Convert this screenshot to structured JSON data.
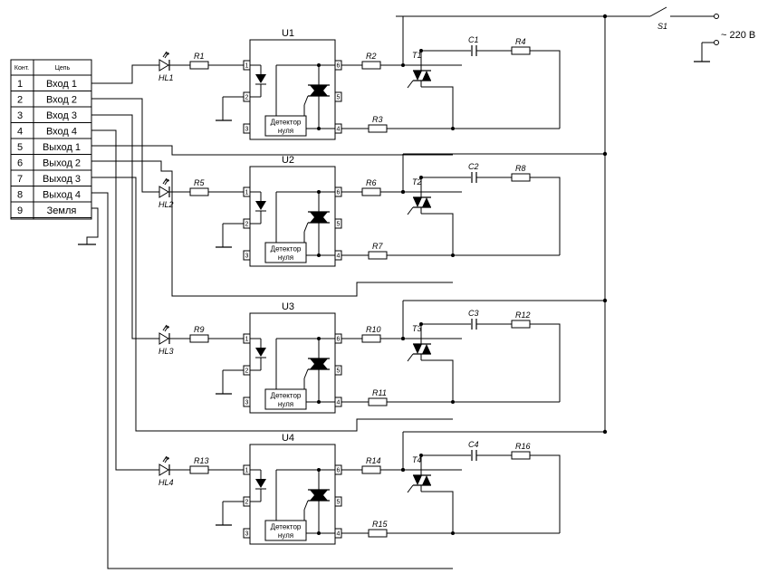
{
  "table": {
    "header": {
      "col1": "Конт.",
      "col2": "Цепь"
    },
    "rows": [
      {
        "num": "1",
        "name": "Вход 1"
      },
      {
        "num": "2",
        "name": "Вход 2"
      },
      {
        "num": "3",
        "name": "Вход 3"
      },
      {
        "num": "4",
        "name": "Вход 4"
      },
      {
        "num": "5",
        "name": "Выход 1"
      },
      {
        "num": "6",
        "name": "Выход 2"
      },
      {
        "num": "7",
        "name": "Выход 3"
      },
      {
        "num": "8",
        "name": "Выход 4"
      },
      {
        "num": "9",
        "name": "Земля"
      }
    ]
  },
  "switch_label": "S1",
  "supply_label": "~ 220 В",
  "detector_line1": "Детектор",
  "detector_line2": "нуля",
  "channels": [
    {
      "u": "U1",
      "hl": "HL1",
      "rin": "R1",
      "rg": "R2",
      "rz": "R3",
      "t": "T1",
      "c": "C1",
      "rs": "R4"
    },
    {
      "u": "U2",
      "hl": "HL2",
      "rin": "R5",
      "rg": "R6",
      "rz": "R7",
      "t": "T2",
      "c": "C2",
      "rs": "R8"
    },
    {
      "u": "U3",
      "hl": "HL3",
      "rin": "R9",
      "rg": "R10",
      "rz": "R11",
      "t": "T3",
      "c": "C3",
      "rs": "R12"
    },
    {
      "u": "U4",
      "hl": "HL4",
      "rin": "R13",
      "rg": "R14",
      "rz": "R15",
      "t": "T4",
      "c": "C4",
      "rs": "R16"
    }
  ],
  "pins": [
    "1",
    "2",
    "3",
    "4",
    "5",
    "6"
  ]
}
